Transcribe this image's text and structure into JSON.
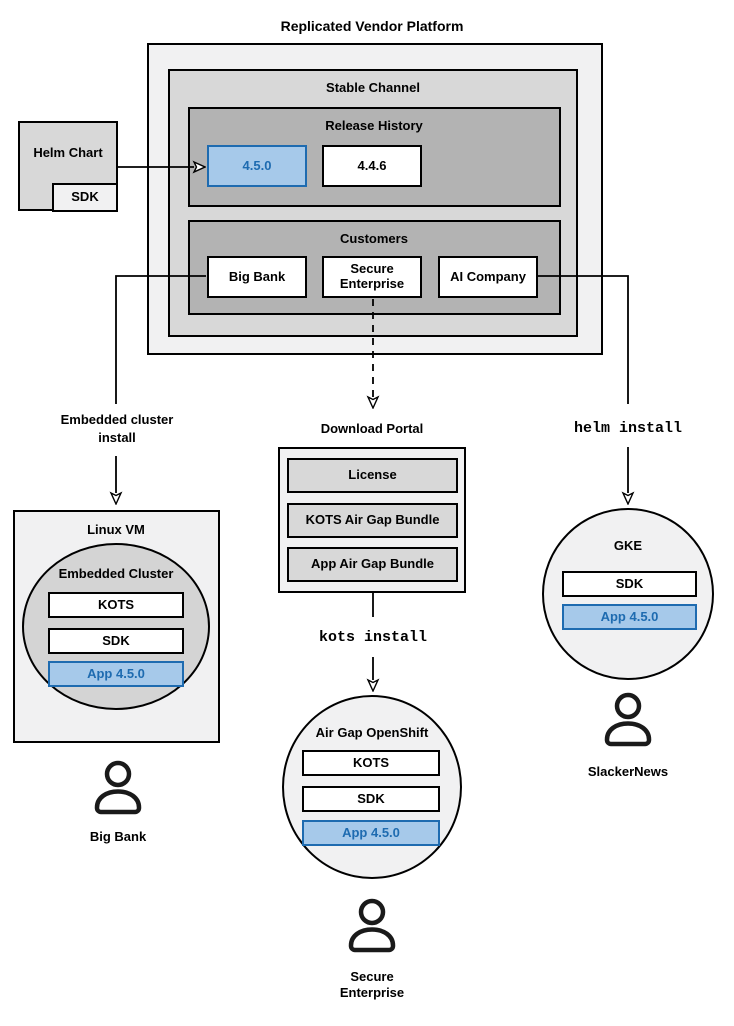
{
  "title": "Replicated Vendor Platform",
  "platform": {
    "stable_channel": {
      "label": "Stable Channel",
      "release_history": {
        "label": "Release History",
        "releases": [
          "4.5.0",
          "4.4.6"
        ],
        "highlighted_release": "4.5.0"
      },
      "customers": {
        "label": "Customers",
        "items": [
          "Big Bank",
          "Secure Enterprise",
          "AI Company"
        ]
      }
    }
  },
  "helm_chart": {
    "label": "Helm Chart",
    "sdk_label": "SDK"
  },
  "flows": {
    "embedded_cluster": {
      "arrow_label": "Embedded cluster install",
      "vm_title": "Linux VM",
      "cluster_label": "Embedded Cluster",
      "components": [
        "KOTS",
        "SDK",
        "App 4.5.0"
      ],
      "user": "Big Bank"
    },
    "air_gap": {
      "portal_title": "Download Portal",
      "portal_items": [
        "License",
        "KOTS Air Gap Bundle",
        "App Air Gap Bundle"
      ],
      "command": "kots install",
      "cluster_label": "Air Gap OpenShift",
      "components": [
        "KOTS",
        "SDK",
        "App 4.5.0"
      ],
      "user": "Secure Enterprise"
    },
    "helm": {
      "command": "helm install",
      "cluster_label": "GKE",
      "components": [
        "SDK",
        "App 4.5.0"
      ],
      "user": "SlackerNews"
    }
  },
  "colors": {
    "highlight_fill": "#a6c9ea",
    "highlight_border": "#1e6bb0",
    "gray_light": "#f1f1f2",
    "gray_mid": "#d8d8d8",
    "gray_dark": "#b3b3b3"
  }
}
